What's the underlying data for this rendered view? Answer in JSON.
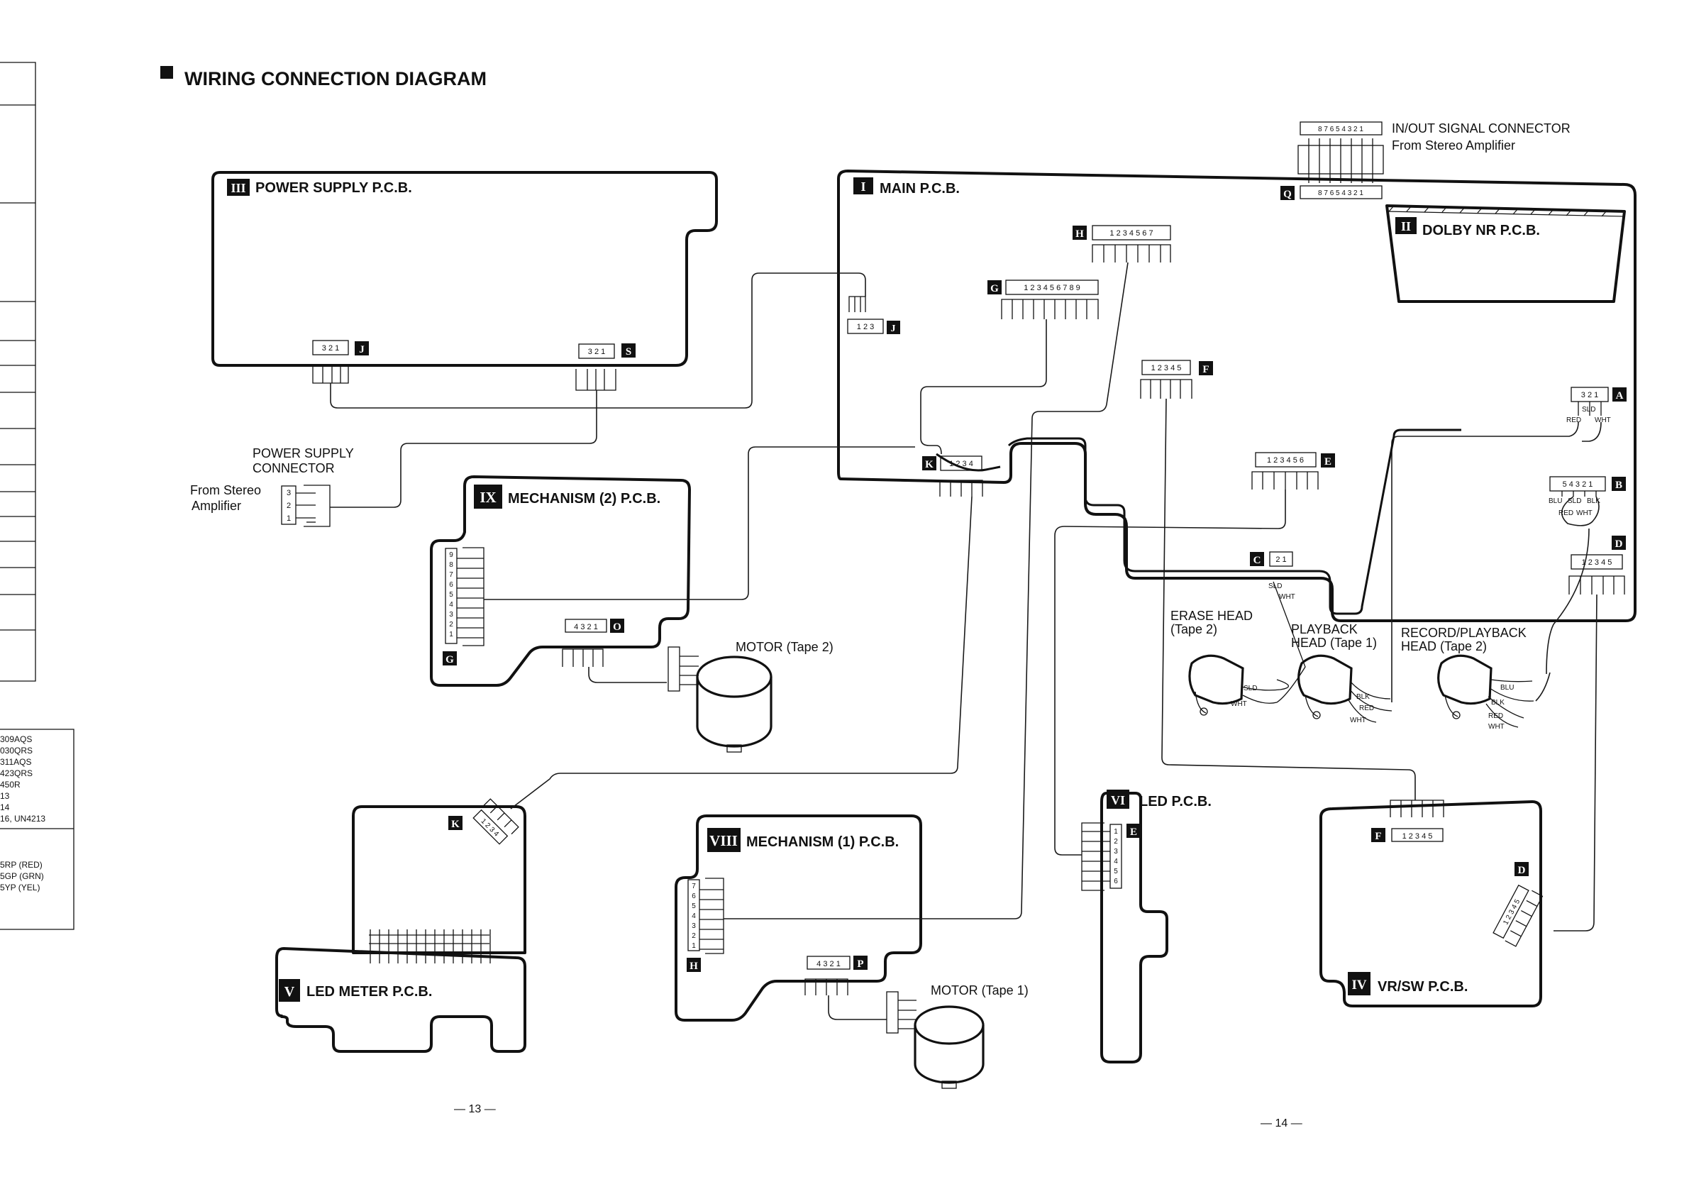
{
  "title": "WIRING CONNECTION DIAGRAM",
  "boards": {
    "power": {
      "num": "III",
      "label": "POWER SUPPLY P.C.B."
    },
    "main": {
      "num": "I",
      "label": "MAIN P.C.B."
    },
    "dolby": {
      "num": "II",
      "label": "DOLBY NR P.C.B."
    },
    "mech2": {
      "num": "IX",
      "label": "MECHANISM (2) P.C.B."
    },
    "mech1": {
      "num": "VIII",
      "label": "MECHANISM (1) P.C.B."
    },
    "ledmeter": {
      "num": "V",
      "label": "LED METER P.C.B."
    },
    "led": {
      "num": "VI",
      "label": "LED P.C.B."
    },
    "vrsw": {
      "num": "IV",
      "label": "VR/SW P.C.B."
    }
  },
  "connectors": {
    "J": "J",
    "S": "S",
    "Q": "Q",
    "H": "H",
    "G": "G",
    "F": "F",
    "E": "E",
    "A": "A",
    "B": "B",
    "D": "D",
    "C": "C",
    "K": "K",
    "O": "O",
    "P": "P"
  },
  "pins": {
    "p321": "3 2 1",
    "p123": "1 2 3",
    "p1234": "1 2 3 4",
    "p4321": "4 3 2 1",
    "p12345": "1 2 3 4 5",
    "p123456": "1 2 3 4 5 6",
    "p1234567": "1 2 3 4 5 6 7",
    "p123456789": "1 2 3 4 5 6 7 8 9",
    "p87654321": "8 7 6 5 4 3 2 1",
    "p54321": "5 4 3 2 1",
    "p21": "2 1",
    "p9": "9",
    "p8": "8",
    "p7": "7",
    "p6": "6",
    "p5": "5",
    "p4": "4",
    "p3": "3",
    "p2": "2",
    "p1": "1"
  },
  "labels": {
    "inout_1": "IN/OUT SIGNAL CONNECTOR",
    "inout_2": "From Stereo Amplifier",
    "psconn_1": "POWER SUPPLY",
    "psconn_2": "CONNECTOR",
    "fromamp_1": "From Stereo",
    "fromamp_2": "Amplifier",
    "motor2": "MOTOR (Tape 2)",
    "motor1": "MOTOR (Tape 1)",
    "erase_1": "ERASE HEAD",
    "erase_2": "(Tape 2)",
    "play_1": "PLAYBACK",
    "play_2": "HEAD (Tape 1)",
    "rec_1": "RECORD/PLAYBACK",
    "rec_2": "HEAD (Tape 2)"
  },
  "wire_labels": {
    "red": "RED",
    "wht": "WHT",
    "sld": "SLD",
    "blu": "BLU",
    "blk": "BLK"
  },
  "part_list": [
    "309AQS",
    "030QRS",
    "311AQS",
    "423QRS",
    "450R",
    "13",
    "14",
    "16, UN4213",
    "5RP (RED)",
    "5GP (GRN)",
    "5YP (YEL)"
  ],
  "page_numbers": [
    "— 13 —",
    "— 14 —"
  ]
}
